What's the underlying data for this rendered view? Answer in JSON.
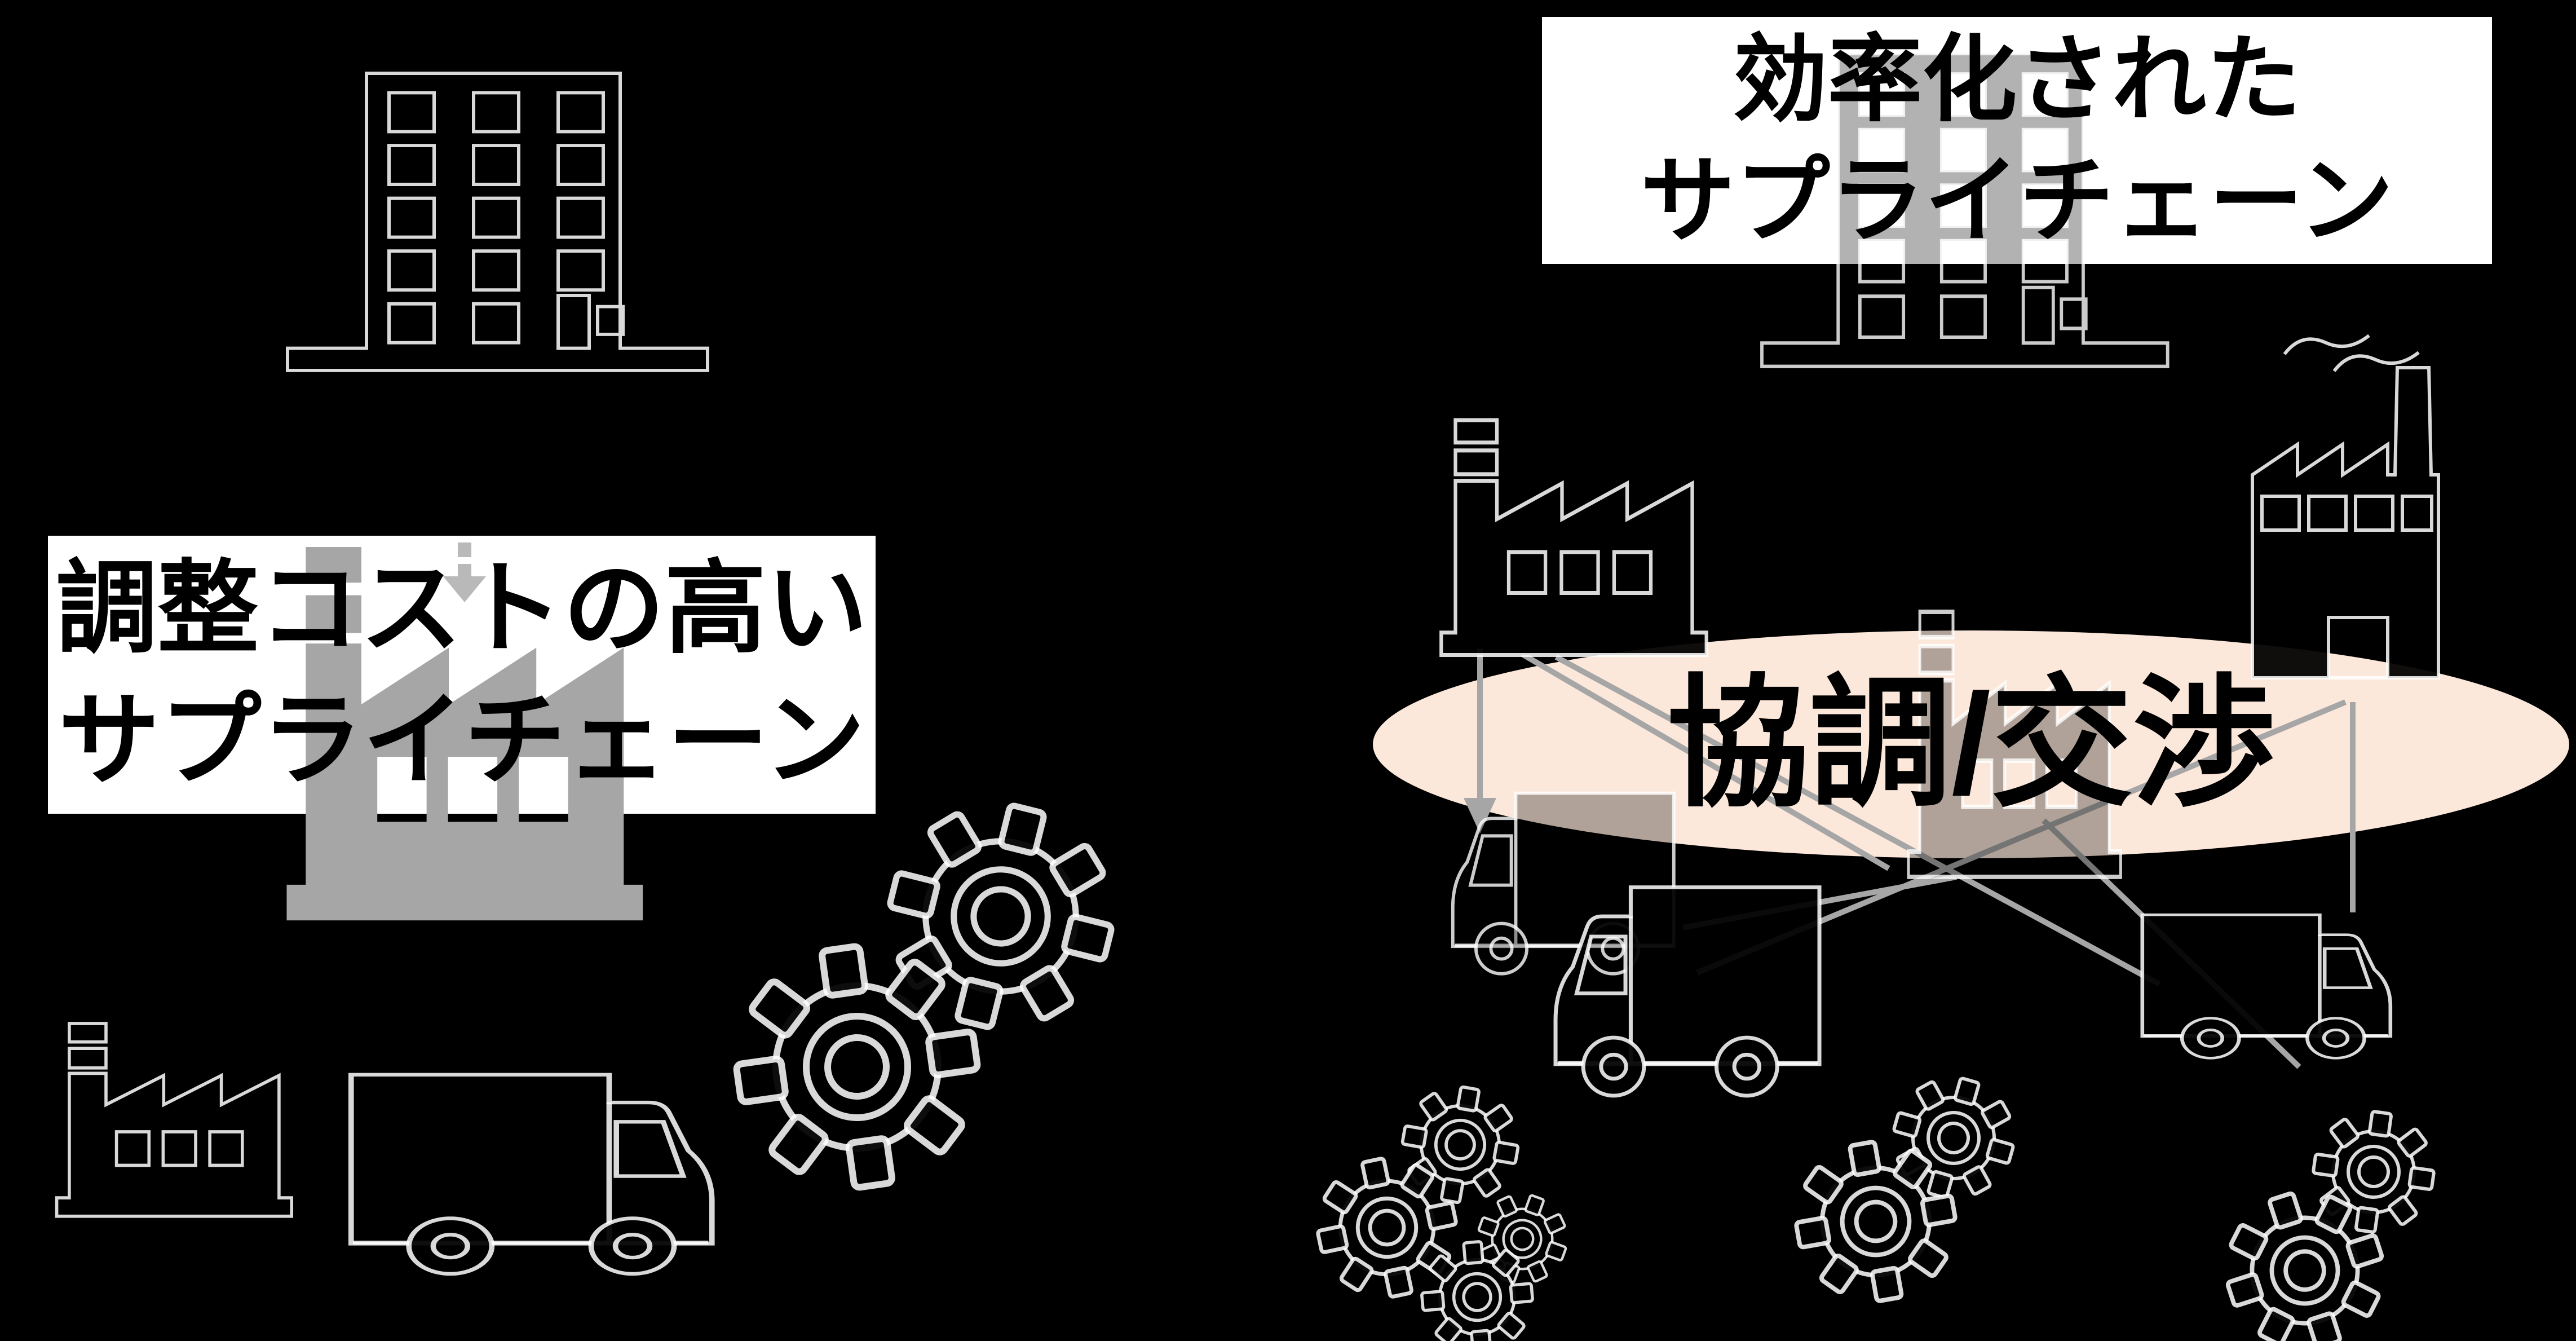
{
  "left_section": {
    "label_line1": "調整コストの高い",
    "label_line2": "サプライチェーン"
  },
  "right_section": {
    "label_line1": "効率化された",
    "label_line2": "サプライチェーン",
    "ellipse_label": "協調/交渉"
  },
  "colors": {
    "background": "#000000",
    "label_box": "#ffffff",
    "label_text": "#000000",
    "ellipse_fill": "#fce8da",
    "icon_silhouette": "#000000",
    "icon_outline": "#d9d9d9",
    "gray_icon": "#a6a6a6",
    "network_line": "#a6a6a6"
  },
  "icons": {
    "left_section": [
      "office-building-icon",
      "dashed-down-arrow-icon",
      "factory-icon",
      "truck-icon",
      "gear-icon",
      "gear-icon"
    ],
    "right_section": [
      "office-building-icon",
      "factory-icon",
      "smoking-factory-icon",
      "factory-icon",
      "truck-icon",
      "truck-icon",
      "truck-icon",
      "network-lines",
      "down-arrow-icon",
      "gear-icon",
      "gear-icon",
      "gear-icon",
      "gear-icon",
      "gear-icon",
      "gear-icon",
      "gear-icon",
      "gear-icon"
    ]
  }
}
